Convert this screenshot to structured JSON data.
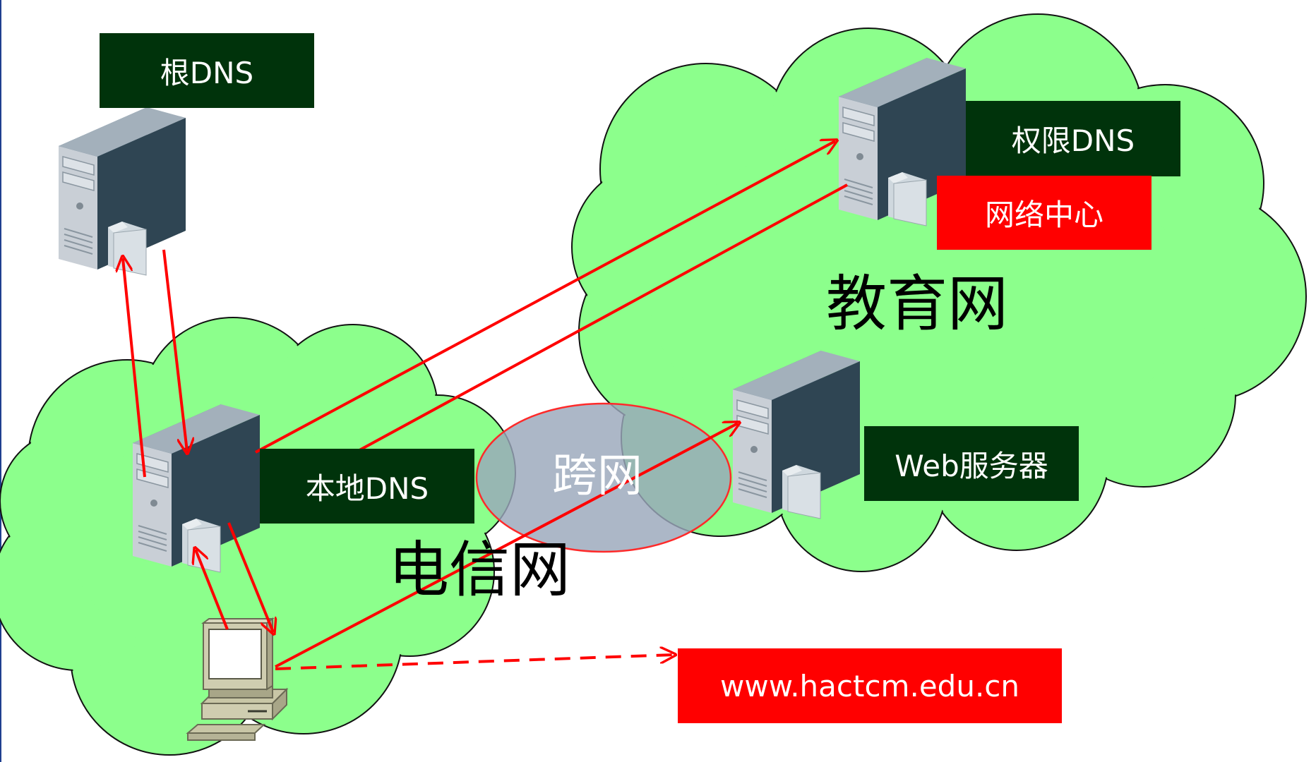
{
  "labels": {
    "root_dns": "根DNS",
    "authoritative_dns": "权限DNS",
    "network_center": "网络中心",
    "local_dns": "本地DNS",
    "web_server": "Web服务器",
    "url": "www.hactcm.edu.cn"
  },
  "regions": {
    "education_net": "教育网",
    "telecom_net": "电信网",
    "cross_net": "跨网"
  },
  "colors": {
    "cloud_fill": "#8cff8c",
    "label_dark": "#00330b",
    "label_red": "#ff0000",
    "arrow": "#ff0000",
    "cross_fill": "#9aa7bb"
  },
  "icons": [
    "server-icon",
    "computer-icon"
  ]
}
